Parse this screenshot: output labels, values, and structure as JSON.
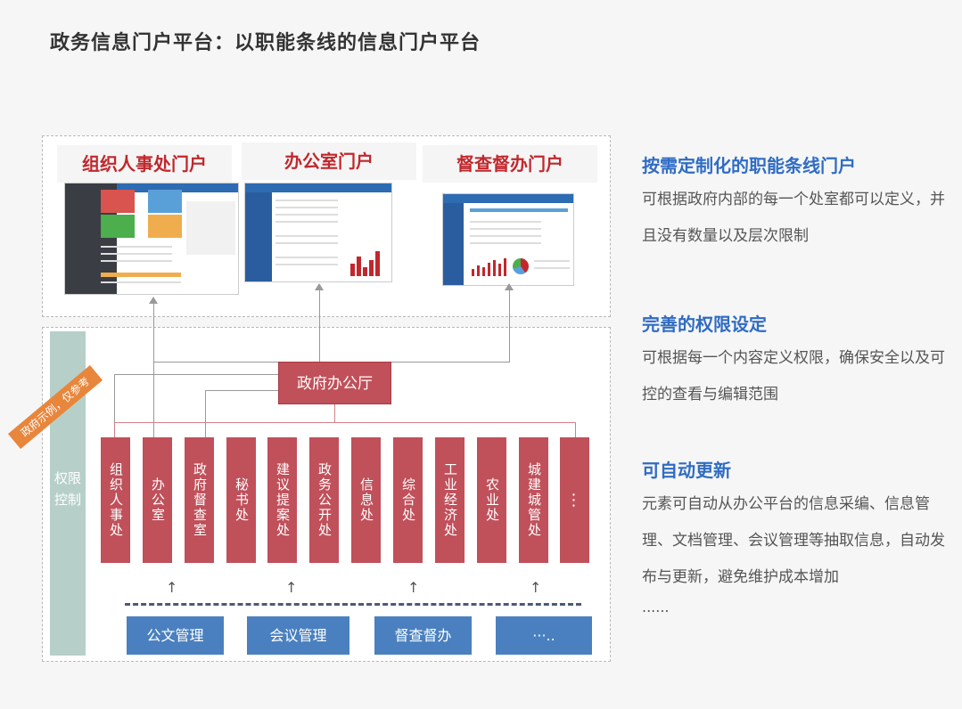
{
  "page_title": "政务信息门户平台：以职能条线的信息门户平台",
  "portals": [
    {
      "label": "组织人事处门户"
    },
    {
      "label": "办公室门户"
    },
    {
      "label": "督查督办门户"
    }
  ],
  "gov_hall": "政府办公厅",
  "ribbon": "政府示例，仅参考",
  "permission_label": "权限控制",
  "departments": [
    "组织人事处",
    "办公室",
    "政府督查室",
    "秘书处",
    "建议提案处",
    "政务公开处",
    "信息处",
    "综合处",
    "工业经济处",
    "农业处",
    "城建城管处",
    "⋮"
  ],
  "modules": [
    "公文管理",
    "会议管理",
    "督查督办",
    "···.."
  ],
  "arrow_glyph": "↑",
  "features": [
    {
      "title": "按需定制化的职能条线门户",
      "desc": "可根据政府内部的每一个处室都可以定义，并且没有数量以及层次限制"
    },
    {
      "title": "完善的权限设定",
      "desc": "可根据每一个内容定义权限，确保安全以及可控的查看与编辑范围"
    },
    {
      "title": "可自动更新",
      "desc": "元素可自动从办公平台的信息采编、信息管理、文档管理、会议管理等抽取信息，自动发布与更新，避免维护成本增加"
    }
  ],
  "features_more": "......",
  "colors": {
    "accent_red": "#c0282d",
    "dept_red": "#c0505a",
    "module_blue": "#4a80bf",
    "title_blue": "#2f6cc4",
    "permission_teal": "#b7cfc9",
    "ribbon_orange": "#e8863c"
  }
}
